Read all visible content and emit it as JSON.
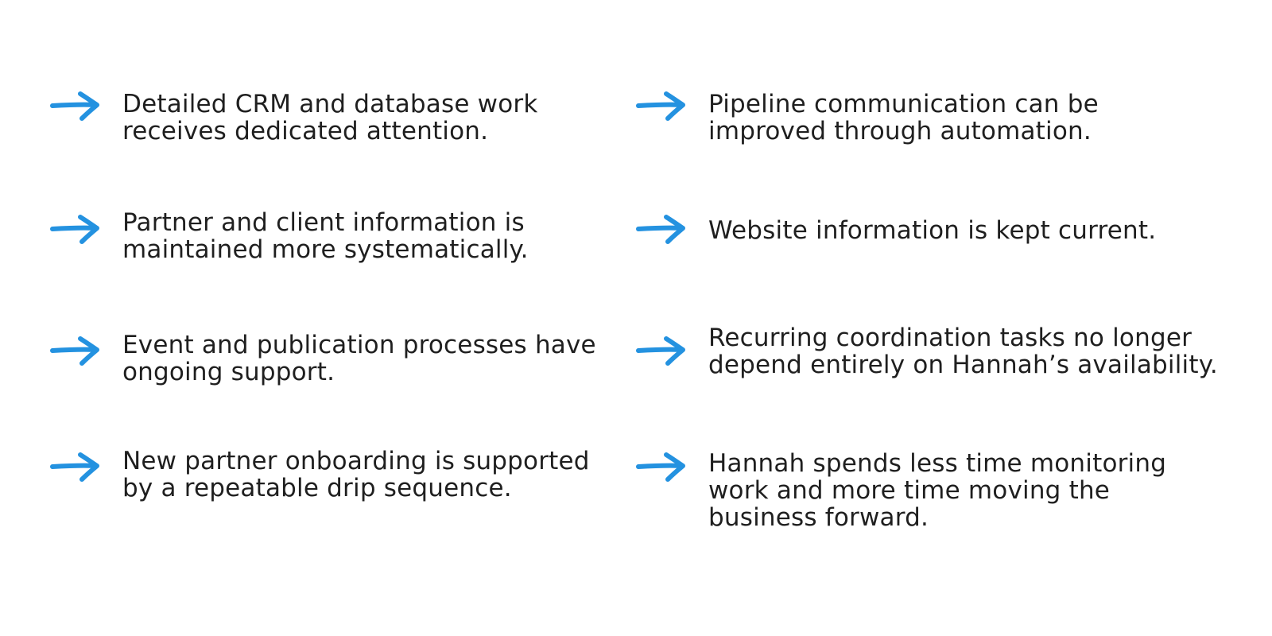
{
  "accent_color": "#2492e0",
  "arrow_icon": "hand-drawn-right-arrow-icon",
  "left_column": [
    {
      "text": "Detailed CRM and database work receives dedicated attention."
    },
    {
      "text": "Partner and client information is maintained more systematically."
    },
    {
      "text": "Event and publication processes have ongoing support."
    },
    {
      "text": "New partner onboarding is supported by a repeatable drip sequence."
    }
  ],
  "right_column": [
    {
      "text": "Pipeline communication can be improved through automation."
    },
    {
      "text": "Website information is kept current."
    },
    {
      "text": "Recurring coordination tasks no longer depend entirely on Hannah’s availability."
    },
    {
      "text": "Hannah spends less time monitoring work and more time moving the business forward."
    }
  ]
}
